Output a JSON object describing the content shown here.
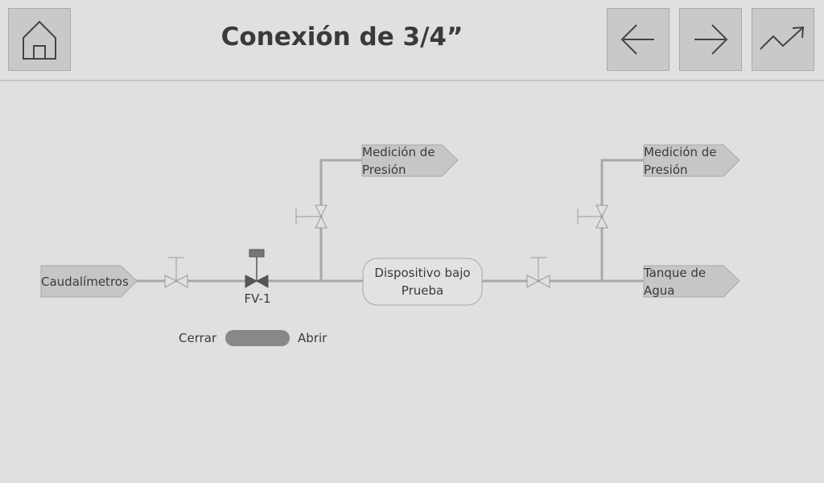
{
  "header": {
    "title": "Conexión de 3/4”"
  },
  "tags": {
    "flowmeters": "Caudalímetros",
    "pressure_1_line1": "Medición de",
    "pressure_1_line2": "Presión",
    "pressure_2_line1": "Medición de",
    "pressure_2_line2": "Presión",
    "tank_line1": "Tanque de",
    "tank_line2": "Agua"
  },
  "device": {
    "line1": "Dispositivo bajo",
    "line2": "Prueba"
  },
  "valve_fv1": {
    "label": "FV-1"
  },
  "switch": {
    "off_label": "Cerrar",
    "on_label": "Abrir"
  },
  "colors": {
    "background": "#e0e0e0",
    "button": "#c9c9c9",
    "pipe": "#a8a8a8",
    "valve_active": "#555555",
    "toggle": "#888888"
  }
}
